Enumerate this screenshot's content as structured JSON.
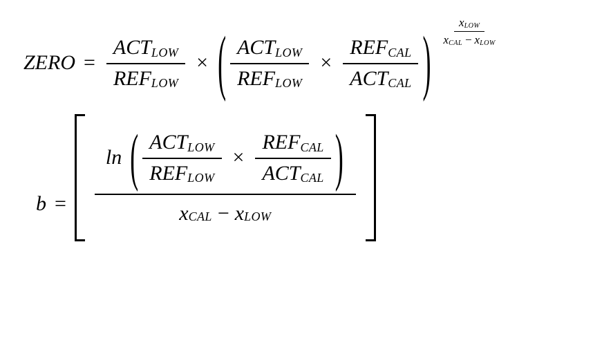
{
  "colors": {
    "background": "#ffffff",
    "ink": "#000000"
  },
  "eq1": {
    "lhs": "ZERO",
    "equals": "=",
    "times1": "×",
    "times2": "×",
    "lparen": "(",
    "rparen": ")",
    "f1": {
      "nb": "ACT",
      "ns": "LOW",
      "db": "REF",
      "ds": "LOW"
    },
    "f2": {
      "nb": "ACT",
      "ns": "LOW",
      "db": "REF",
      "ds": "LOW"
    },
    "f3": {
      "nb": "REF",
      "ns": "CAL",
      "db": "ACT",
      "ds": "CAL"
    },
    "exp": {
      "nb": "x",
      "ns": "LOW",
      "d1b": "x",
      "d1s": "CAL",
      "minus": "−",
      "d2b": "x",
      "d2s": "LOW"
    }
  },
  "eq2": {
    "lhs": "b",
    "equals": "=",
    "ln": "ln",
    "times": "×",
    "lparen": "(",
    "rparen": ")",
    "f1": {
      "nb": "ACT",
      "ns": "LOW",
      "db": "REF",
      "ds": "LOW"
    },
    "f2": {
      "nb": "REF",
      "ns": "CAL",
      "db": "ACT",
      "ds": "CAL"
    },
    "den": {
      "d1b": "x",
      "d1s": "CAL",
      "minus": "−",
      "d2b": "x",
      "d2s": "LOW"
    }
  }
}
